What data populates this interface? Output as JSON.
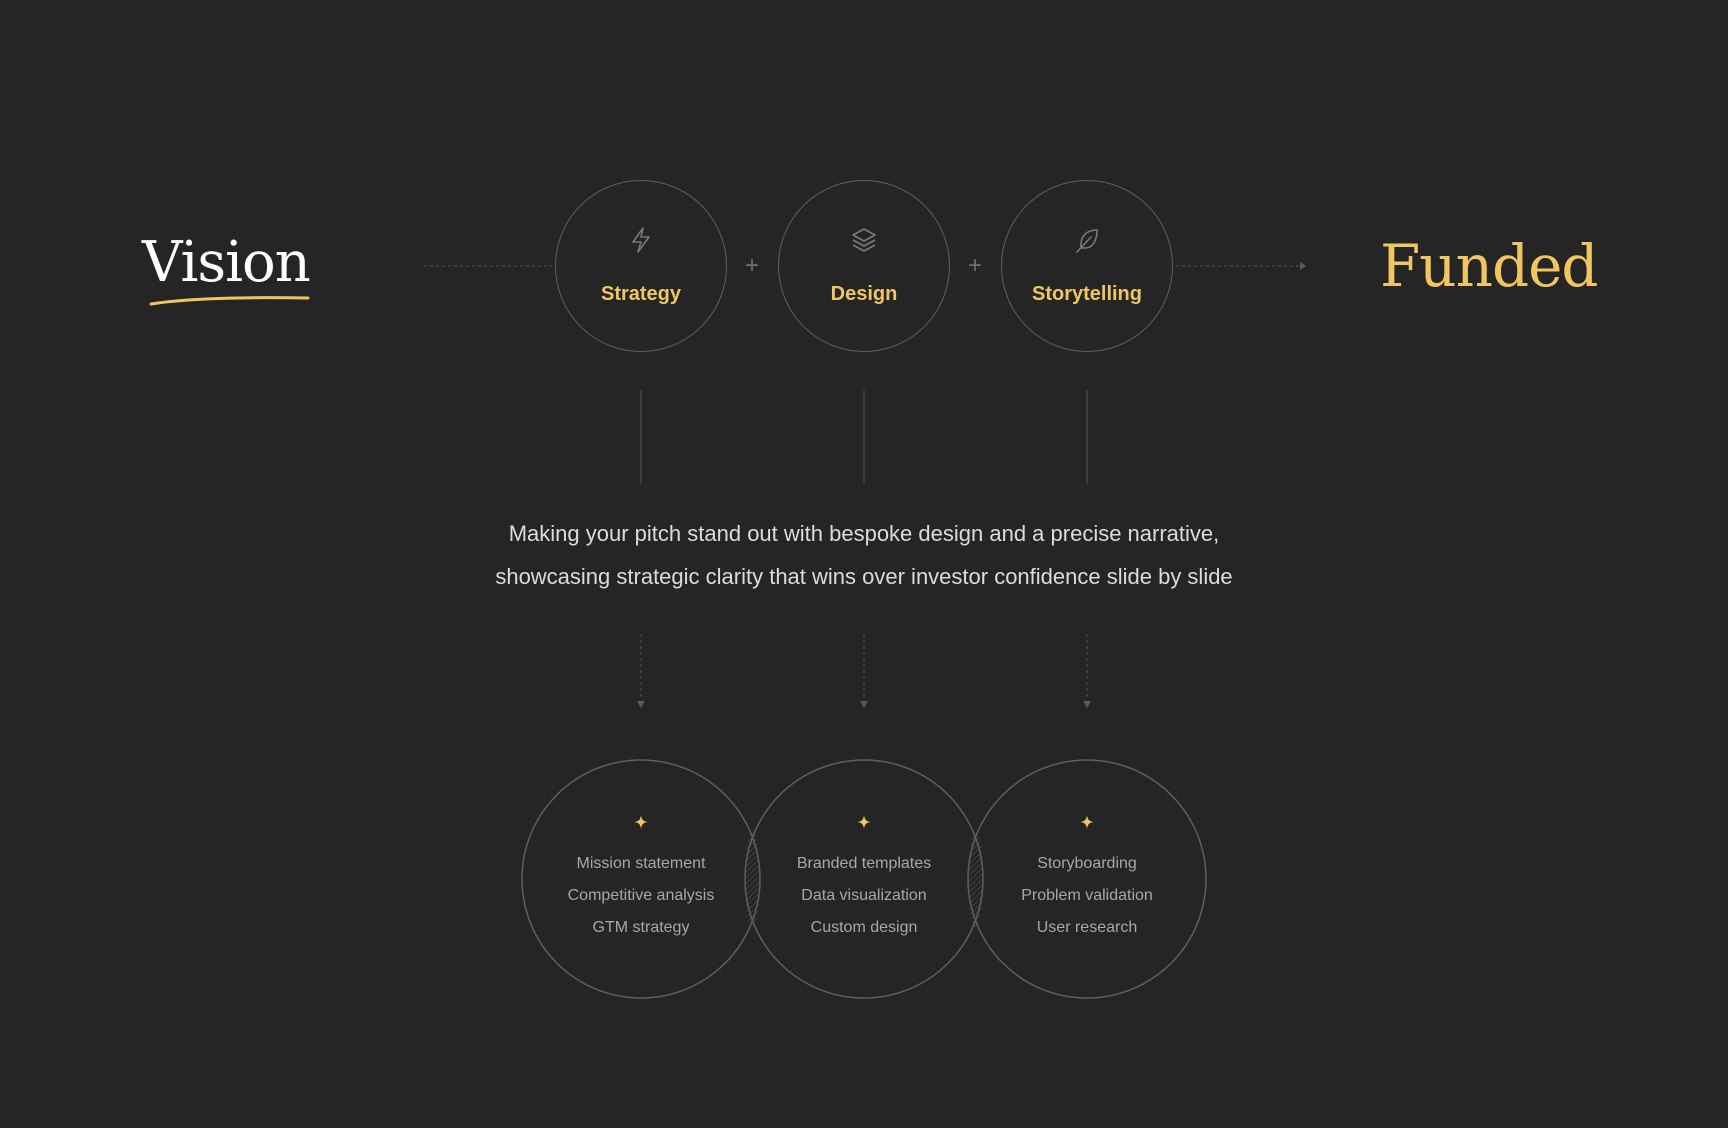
{
  "start": {
    "title": "Vision"
  },
  "end": {
    "title": "Funded"
  },
  "pillars": [
    {
      "label": "Strategy",
      "icon": "lightning-icon"
    },
    {
      "label": "Design",
      "icon": "layers-icon"
    },
    {
      "label": "Storytelling",
      "icon": "feather-icon"
    }
  ],
  "connector": "+",
  "tagline": {
    "line1": "Making your pitch stand out with bespoke design and a precise narrative,",
    "line2": "showcasing strategic clarity that wins over investor confidence slide by slide"
  },
  "outcomes": [
    {
      "items": [
        "Mission statement",
        "Competitive analysis",
        "GTM strategy"
      ],
      "icon": "sparkle-icon"
    },
    {
      "items": [
        "Branded templates",
        "Data visualization",
        "Custom design"
      ],
      "icon": "sparkle-icon"
    },
    {
      "items": [
        "Storyboarding",
        "Problem validation",
        "User research"
      ],
      "icon": "sparkle-icon"
    }
  ],
  "colors": {
    "background": "#252525",
    "accent": "#efc75e",
    "line": "#5f5f5f",
    "text": "#dcdcdc",
    "muted_text": "#a8a8a8"
  }
}
